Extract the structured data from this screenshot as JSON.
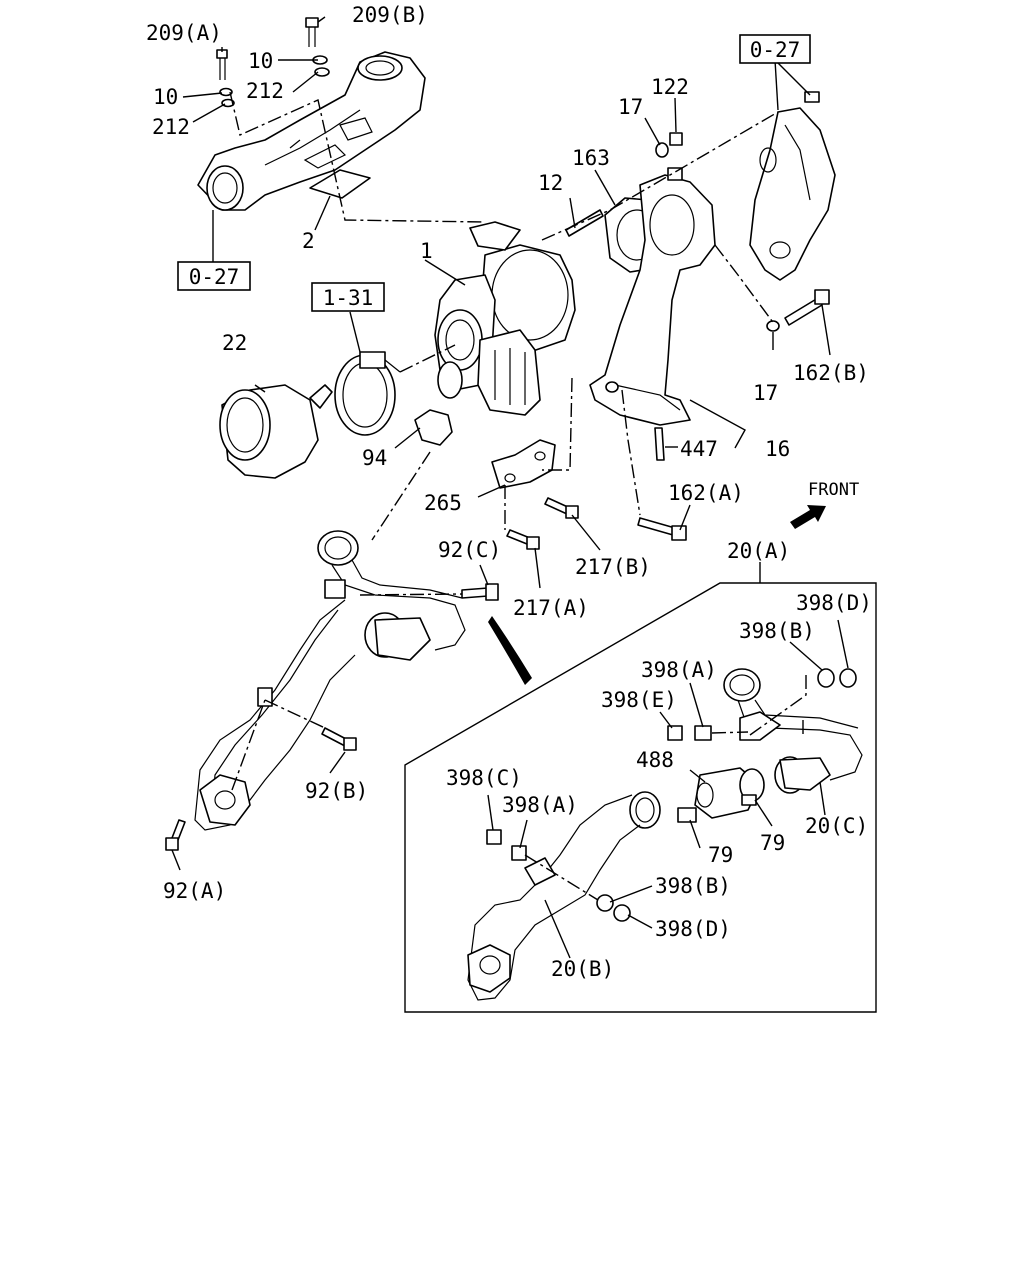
{
  "colors": {
    "line": "#000000",
    "background": "#ffffff"
  },
  "labels": {
    "l209a": "209(A)",
    "l209b": "209(B)",
    "l10a": "10",
    "l10b": "10",
    "l212a": "212",
    "l212b": "212",
    "l2": "2",
    "l1": "1",
    "l12": "12",
    "l163": "163",
    "l17a": "17",
    "l122": "122",
    "l17b": "17",
    "l162b": "162(B)",
    "l162a": "162(A)",
    "l22": "22",
    "l94": "94",
    "l265": "265",
    "l447": "447",
    "l16": "16",
    "l217b": "217(B)",
    "l217a": "217(A)",
    "l92c": "92(C)",
    "l92b": "92(B)",
    "l92a": "92(A)",
    "l20a": "20(A)",
    "l20b": "20(B)",
    "l20c": "20(C)",
    "l398d1": "398(D)",
    "l398b1": "398(B)",
    "l398a1": "398(A)",
    "l398e": "398(E)",
    "l488": "488",
    "l398c": "398(C)",
    "l398a2": "398(A)",
    "l79a": "79",
    "l79b": "79",
    "l398b2": "398(B)",
    "l398d2": "398(D)",
    "front": "FRONT"
  },
  "refs": {
    "ref027a": "0-27",
    "ref027b": "0-27",
    "ref131": "1-31"
  },
  "icons": [
    "front-direction-arrow-icon",
    "view-indicator-arrow-icon"
  ]
}
